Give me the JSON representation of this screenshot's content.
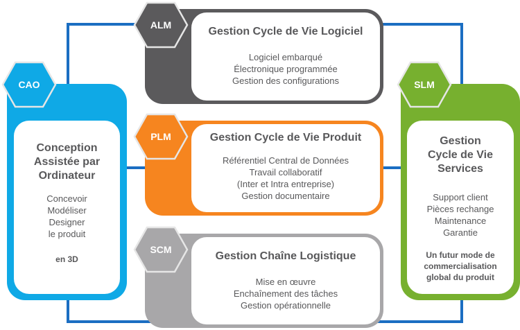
{
  "colors": {
    "connector": "#1b6ec2",
    "cao": "#0fa9e6",
    "alm": "#5b5a5c",
    "plm": "#f6851f",
    "scm": "#a8a7a9",
    "slm": "#77b02f",
    "text": "#58585a"
  },
  "cao": {
    "badge": "CAO",
    "title_lines": [
      "Conception",
      "Assistée par",
      "Ordinateur"
    ],
    "items": [
      "Concevoir",
      "Modéliser",
      "Designer",
      "le produit"
    ],
    "note": "en 3D"
  },
  "alm": {
    "badge": "ALM",
    "title": "Gestion Cycle de Vie Logiciel",
    "items": [
      "Logiciel embarqué",
      "Électronique programmée",
      "Gestion des configurations"
    ]
  },
  "plm": {
    "badge": "PLM",
    "title": "Gestion Cycle de Vie Produit",
    "items": [
      "Référentiel Central de Données",
      "Travail collaboratif",
      "(Inter et Intra entreprise)",
      "Gestion documentaire"
    ]
  },
  "scm": {
    "badge": "SCM",
    "title": "Gestion Chaîne Logistique",
    "items": [
      "Mise en œuvre",
      "Enchaînement des tâches",
      "Gestion opérationnelle"
    ]
  },
  "slm": {
    "badge": "SLM",
    "title_lines": [
      "Gestion",
      "Cycle de Vie",
      "Services"
    ],
    "items": [
      "Support client",
      "Pièces rechange",
      "Maintenance",
      "Garantie"
    ],
    "note_lines": [
      "Un futur mode de",
      "commercialisation",
      "global du produit"
    ]
  }
}
